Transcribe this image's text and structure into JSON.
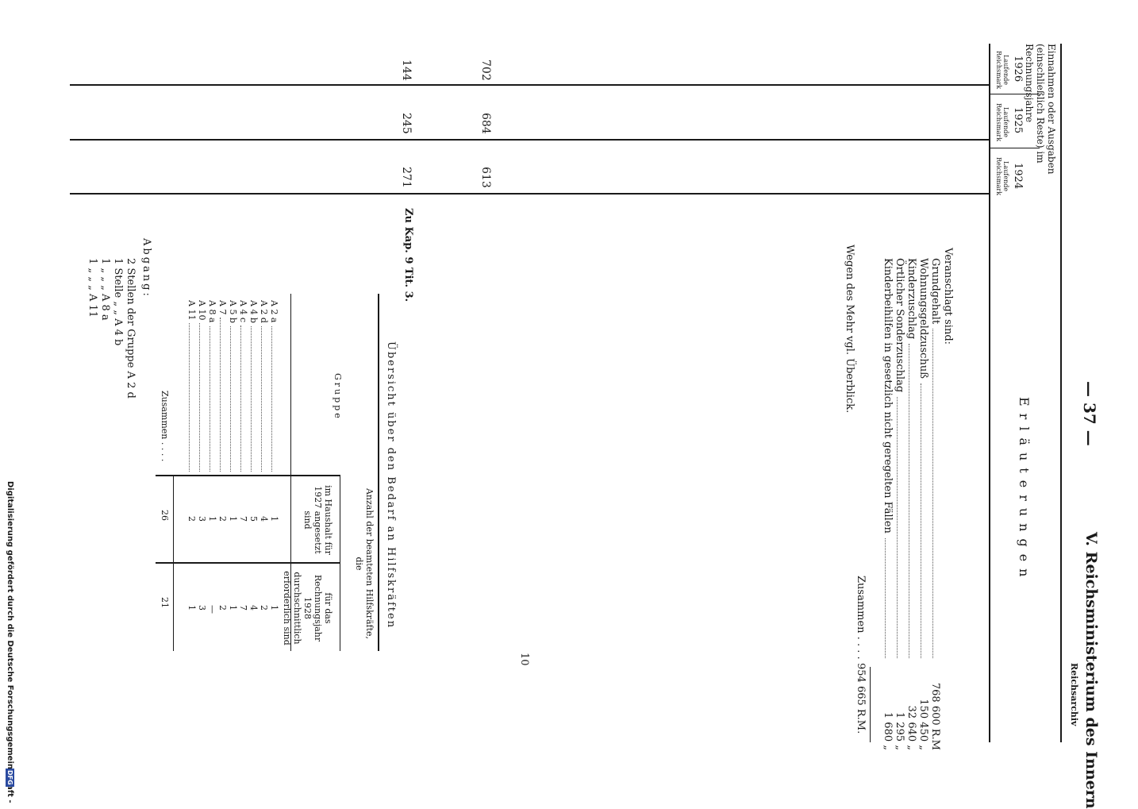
{
  "header": {
    "page_number": "— 37 —",
    "section_title": "V. Reichsministerium des Innern",
    "archive_label": "Reichsarchiv",
    "table_title": "Einnahmen oder Ausgaben (einschließlich Reste) im Rechnungsjahre",
    "years": [
      "1926",
      "1925",
      "1924"
    ],
    "unit": "Laufende Reichsmark"
  },
  "amounts": {
    "row1": [
      "702",
      "684",
      "613"
    ],
    "row2": [
      "144",
      "245",
      "271"
    ]
  },
  "erlaeuterungen": {
    "heading": "Erläuterungen",
    "intro": "Veranschlagt sind:",
    "items": [
      {
        "label": "Grundgehalt",
        "value": "768 600 R.M"
      },
      {
        "label": "Wohnungsgeldzuschuß",
        "value": "150 450 „"
      },
      {
        "label": "Kinderzuschlag",
        "value": "32 640 „"
      },
      {
        "label": "Örtlicher Sonderzuschlag",
        "value": "1 295 „"
      },
      {
        "label": "Kinderbeihilfen in gesetzlich nicht geregelten Fällen",
        "value": "1 680 „"
      }
    ],
    "total_label": "Zusammen . . . .",
    "total_value": "954 665 R.M.",
    "note": "Wegen des Mehr vgl. Überblick."
  },
  "kap": {
    "label": "Zu Kap. 9 Tit. 3.",
    "table_title": "Übersicht über den Bedarf an Hilfskräften",
    "col_group": "Gruppe",
    "col_count_head": "Anzahl der beamteten Hilfskräfte, die",
    "col_a": "im Haushalt für 1927 angesetzt sind",
    "col_b": "für das Rechnungsjahr 1928 durchschnittlich erforderlich sind",
    "rows": [
      {
        "group": "A 2 a",
        "a": "1",
        "b": "1"
      },
      {
        "group": "A 2 d",
        "a": "4",
        "b": "2"
      },
      {
        "group": "A 4 b",
        "a": "5",
        "b": "4"
      },
      {
        "group": "A 4 c",
        "a": "7",
        "b": "7"
      },
      {
        "group": "A 5 b",
        "a": "1",
        "b": "1"
      },
      {
        "group": "A 7",
        "a": "2",
        "b": "2"
      },
      {
        "group": "A 8 a",
        "a": "1",
        "b": "—"
      },
      {
        "group": "A 10",
        "a": "3",
        "b": "3"
      },
      {
        "group": "A 11",
        "a": "2",
        "b": "1"
      }
    ],
    "total_label": "Zusammen . . . .",
    "total_a": "26",
    "total_b": "21",
    "abgang_title": "Abgang:",
    "abgang": [
      "2 Stellen der Gruppe A 2 d",
      "1 Stelle „ „ A 4 b",
      "1 „ „ „ A 8 a",
      "1 „ „ „ A 11"
    ]
  },
  "folio": "10",
  "footer": {
    "funding_note": "Digitalisierung gefördert durch die Deutsche Forschungsgemeinschaft -",
    "badge": "DFG"
  }
}
